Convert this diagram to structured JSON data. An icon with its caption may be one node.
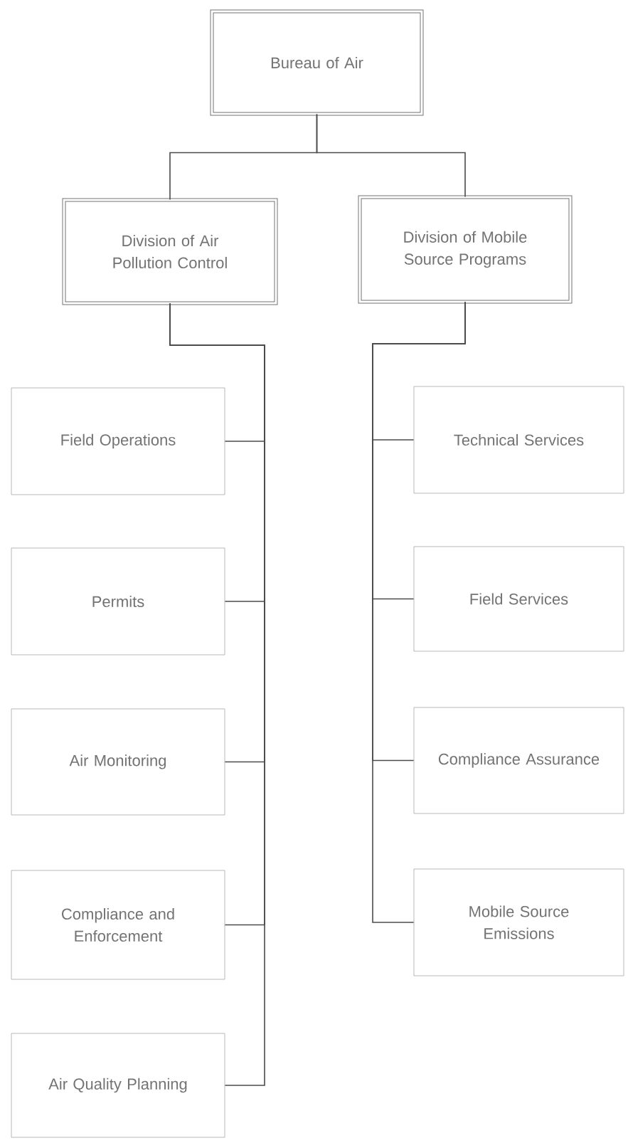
{
  "diagram": {
    "nodes": [
      {
        "text": [
          "Bureau of Air"
        ]
      },
      {
        "text": [
          "Division of Air Pollution Control"
        ]
      },
      {
        "text": [
          "Division of Mobile Source Programs"
        ]
      },
      {
        "text": [
          "Field Operations"
        ]
      },
      {
        "text": [
          "Permits"
        ]
      },
      {
        "text": [
          "Air Monitoring"
        ]
      },
      {
        "text": [
          "Compliance and Enforcement"
        ]
      },
      {
        "text": [
          "Air Quality Planning"
        ]
      },
      {
        "text": [
          "Technical Services"
        ]
      },
      {
        "text": [
          "Field Services"
        ]
      },
      {
        "text": [
          "Compliance Assurance"
        ]
      },
      {
        "text": [
          "Mobile Source Emissions"
        ]
      }
    ],
    "edges": [
      {
        "from": 0,
        "to": 1,
        "arrow": "none"
      },
      {
        "from": 0,
        "to": 2,
        "arrow": "none"
      },
      {
        "from": 1,
        "to": 3,
        "arrow": "none"
      },
      {
        "from": 1,
        "to": 4,
        "arrow": "none"
      },
      {
        "from": 1,
        "to": 5,
        "arrow": "none"
      },
      {
        "from": 1,
        "to": 6,
        "arrow": "none"
      },
      {
        "from": 1,
        "to": 7,
        "arrow": "none"
      },
      {
        "from": 2,
        "to": 8,
        "arrow": "none"
      },
      {
        "from": 2,
        "to": 9,
        "arrow": "none"
      },
      {
        "from": 2,
        "to": 10,
        "arrow": "none"
      },
      {
        "from": 2,
        "to": 11,
        "arrow": "none"
      }
    ]
  }
}
